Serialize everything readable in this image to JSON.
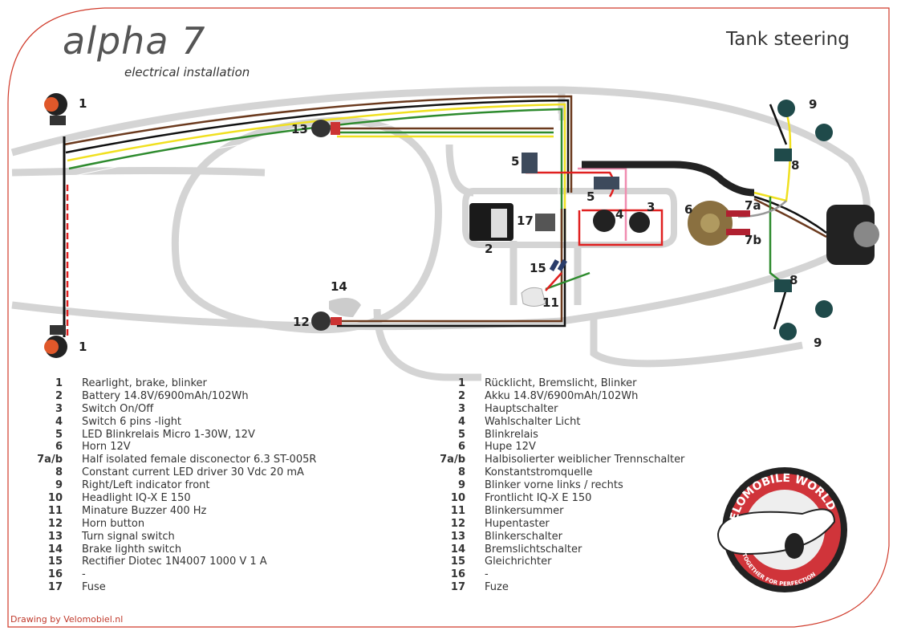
{
  "header": {
    "title": "Tank steering",
    "logo_text": "alpha 7",
    "logo_subtitle": "electrical installation"
  },
  "diagram": {
    "callouts": [
      "1",
      "1",
      "13",
      "5",
      "5",
      "17",
      "4",
      "3",
      "2",
      "15",
      "11",
      "14",
      "12",
      "6",
      "7a",
      "7b",
      "9",
      "9",
      "8",
      "8"
    ]
  },
  "legend_en": [
    {
      "num": "1",
      "text": "Rearlight, brake, blinker"
    },
    {
      "num": "2",
      "text": "Battery 14.8V/6900mAh/102Wh"
    },
    {
      "num": "3",
      "text": "Switch On/Off"
    },
    {
      "num": "4",
      "text": "Switch 6 pins -light"
    },
    {
      "num": "5",
      "text": "LED Blinkrelais Micro 1-30W, 12V"
    },
    {
      "num": "6",
      "text": "Horn 12V"
    },
    {
      "num": "7a/b",
      "text": "Half isolated female disconector 6.3 ST-005R"
    },
    {
      "num": "8",
      "text": "Constant current LED driver 30 Vdc 20 mA"
    },
    {
      "num": "9",
      "text": "Right/Left indicator front"
    },
    {
      "num": "10",
      "text": "Headlight IQ-X E 150"
    },
    {
      "num": "11",
      "text": "Minature Buzzer 400 Hz"
    },
    {
      "num": "12",
      "text": "Horn button"
    },
    {
      "num": "13",
      "text": "Turn signal switch"
    },
    {
      "num": "14",
      "text": "Brake lighth switch"
    },
    {
      "num": "15",
      "text": "Rectifier Diotec 1N4007 1000 V 1 A"
    },
    {
      "num": "16",
      "text": "-"
    },
    {
      "num": "17",
      "text": "Fuse"
    }
  ],
  "legend_de": [
    {
      "num": "1",
      "text": "Rücklicht, Bremslicht, Blinker"
    },
    {
      "num": "2",
      "text": "Akku 14.8V/6900mAh/102Wh"
    },
    {
      "num": "3",
      "text": "Hauptschalter"
    },
    {
      "num": "4",
      "text": "Wahlschalter Licht"
    },
    {
      "num": "5",
      "text": "Blinkrelais"
    },
    {
      "num": "6",
      "text": "Hupe 12V"
    },
    {
      "num": "7a/b",
      "text": "Halbisolierter weiblicher Trennschalter"
    },
    {
      "num": "8",
      "text": "Konstantstromquelle"
    },
    {
      "num": "9",
      "text": "Blinker vorne links / rechts"
    },
    {
      "num": "10",
      "text": "Frontlicht IQ-X E 150"
    },
    {
      "num": "11",
      "text": "Blinkersummer"
    },
    {
      "num": "12",
      "text": "Hupentaster"
    },
    {
      "num": "13",
      "text": "Blinkerschalter"
    },
    {
      "num": "14",
      "text": "Bremslichtschalter"
    },
    {
      "num": "15",
      "text": "Gleichrichter"
    },
    {
      "num": "16",
      "text": "-"
    },
    {
      "num": "17",
      "text": "Fuze"
    }
  ],
  "badge": {
    "top_text": "VELOMOBILE WORLD",
    "bottom_text": "TOGETHER FOR PERFECTION"
  },
  "footer": {
    "credit": "Drawing by Velomobiel.nl"
  },
  "colors": {
    "frame": "#d03a2a",
    "hull": "#d4d4d4",
    "wire_red": "#e02020",
    "wire_green": "#2e8b2e",
    "wire_yellow": "#f0e020",
    "wire_brown": "#6b3a1e",
    "wire_black": "#111111",
    "wire_pink": "#f08cb0"
  }
}
